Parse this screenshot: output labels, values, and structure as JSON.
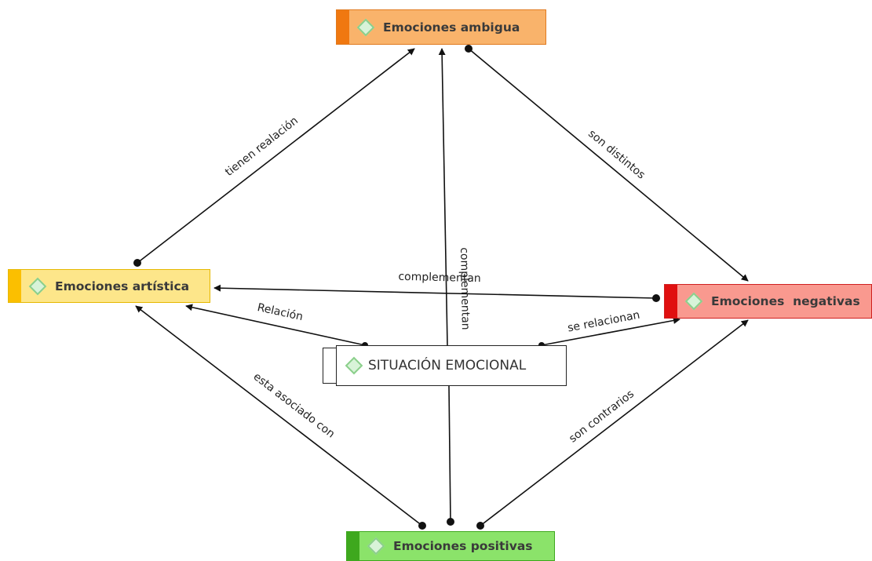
{
  "nodes": {
    "ambigua": {
      "label": "Emociones ambigua",
      "fill": "#f9b36b",
      "accent": "#f07810"
    },
    "artistica": {
      "label": "Emociones artística",
      "fill": "#fde68a",
      "accent": "#fbbf00"
    },
    "negativas": {
      "label": "Emociones  negativas",
      "fill": "#f9998f",
      "accent": "#e01010"
    },
    "positivas": {
      "label": "Emociones positivas",
      "fill": "#8be36a",
      "accent": "#3ea81e"
    },
    "situacion": {
      "label": "SITUACIÓN EMOCIONAL"
    }
  },
  "edges": {
    "tienen_realacion": "tienen realación",
    "son_distintos": "son distintos",
    "complementan_vertical": "complementan",
    "complementan_horizontal": "complementan",
    "relacion": "Relación",
    "se_relacionan": "se relacionan",
    "esta_asociado_con": "esta asociado con",
    "son_contrarios": "son contrarios"
  }
}
